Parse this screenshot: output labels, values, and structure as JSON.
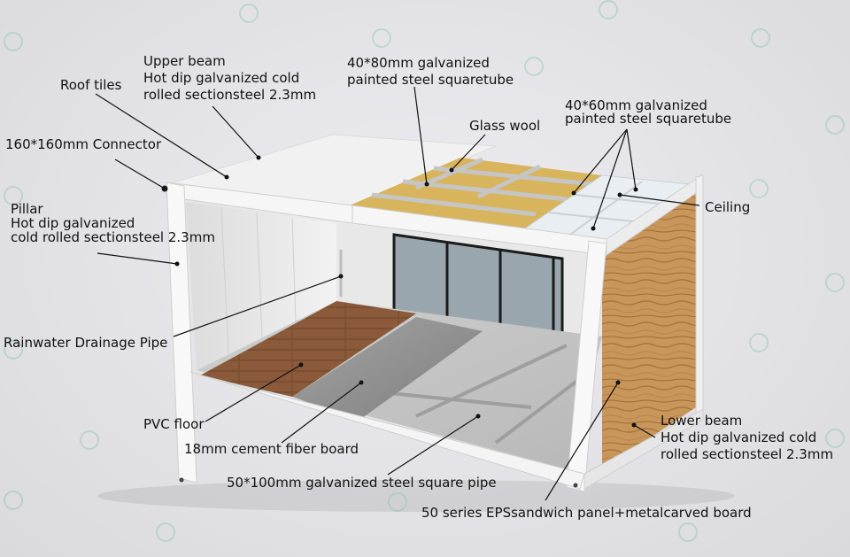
{
  "labels": {
    "upper_beam": [
      "Upper beam",
      "Hot dip galvanized cold",
      "rolled sectionsteel 2.3mm"
    ],
    "roof_tiles": "Roof tiles",
    "connector": "160*160mm Connector",
    "pillar": [
      "Pillar",
      "Hot dip galvanized",
      "cold rolled sectionsteel 2.3mm"
    ],
    "tube_80": [
      "40*80mm galvanized",
      "painted steel squaretube"
    ],
    "glass_wool": "Glass wool",
    "tube_60": [
      "40*60mm galvanized",
      "painted steel squaretube"
    ],
    "ceiling": "Ceiling",
    "drainage": "Rainwater Drainage Pipe",
    "pvc_floor": "PVC floor",
    "cement_board": "18mm cement fiber board",
    "square_pipe": "50*100mm galvanized steel square pipe",
    "lower_beam": [
      "Lower beam",
      "Hot dip galvanized cold",
      "rolled sectionsteel 2.3mm"
    ],
    "eps_panel": "50 series EPSsandwich panel+metalcarved board"
  },
  "colors": {
    "frame": "#f4f4f4",
    "wood": "#c9965a",
    "glass_wool": "#d8b45c",
    "floor_wood": "#8a5a3a",
    "cement": "#8f8f8f",
    "label_text": "#111111",
    "leader_line": "#111111"
  }
}
